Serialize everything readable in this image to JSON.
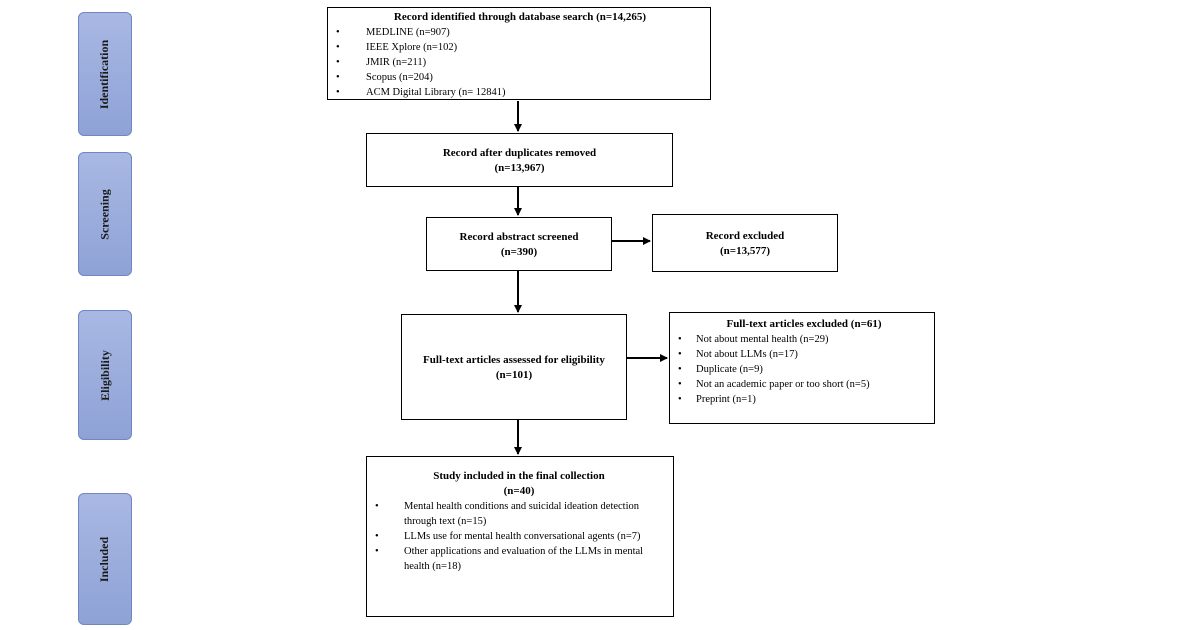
{
  "phases": [
    "Identification",
    "Screening",
    "Eligibility",
    "Included"
  ],
  "identification": {
    "title": "Record identified through database search (n=14,265)",
    "items": [
      "MEDLINE  (n=907)",
      "IEEE  Xplore (n=102)",
      "JMIR (n=211)",
      "Scopus (n=204)",
      "ACM Digital Library (n= 12841)"
    ]
  },
  "duplicates": {
    "title": "Record after duplicates removed",
    "count": "(n=13,967)"
  },
  "abstract": {
    "title": "Record abstract screened",
    "count": "(n=390)"
  },
  "excluded_records": {
    "title": "Record  excluded",
    "count": "(n=13,577)"
  },
  "fulltext": {
    "title": "Full-text  articles assessed for eligibility",
    "count": "(n=101)"
  },
  "fulltext_excluded": {
    "title": "Full-text  articles excluded  (n=61)",
    "items": [
      " Not about mental health (n=29)",
      "Not about LLMs  (n=17)",
      "Duplicate (n=9)",
      "Not an academic paper or too short (n=5)",
      "Preprint  (n=1)"
    ]
  },
  "included": {
    "title": "Study included  in the final collection",
    "count": "(n=40)",
    "items": [
      "Mental health conditions and suicidal ideation detection through text (n=15)",
      "LLMs  use for mental health conversational agents (n=7)",
      "Other applications and evaluation of the LLMs  in mental health (n=18)"
    ]
  }
}
